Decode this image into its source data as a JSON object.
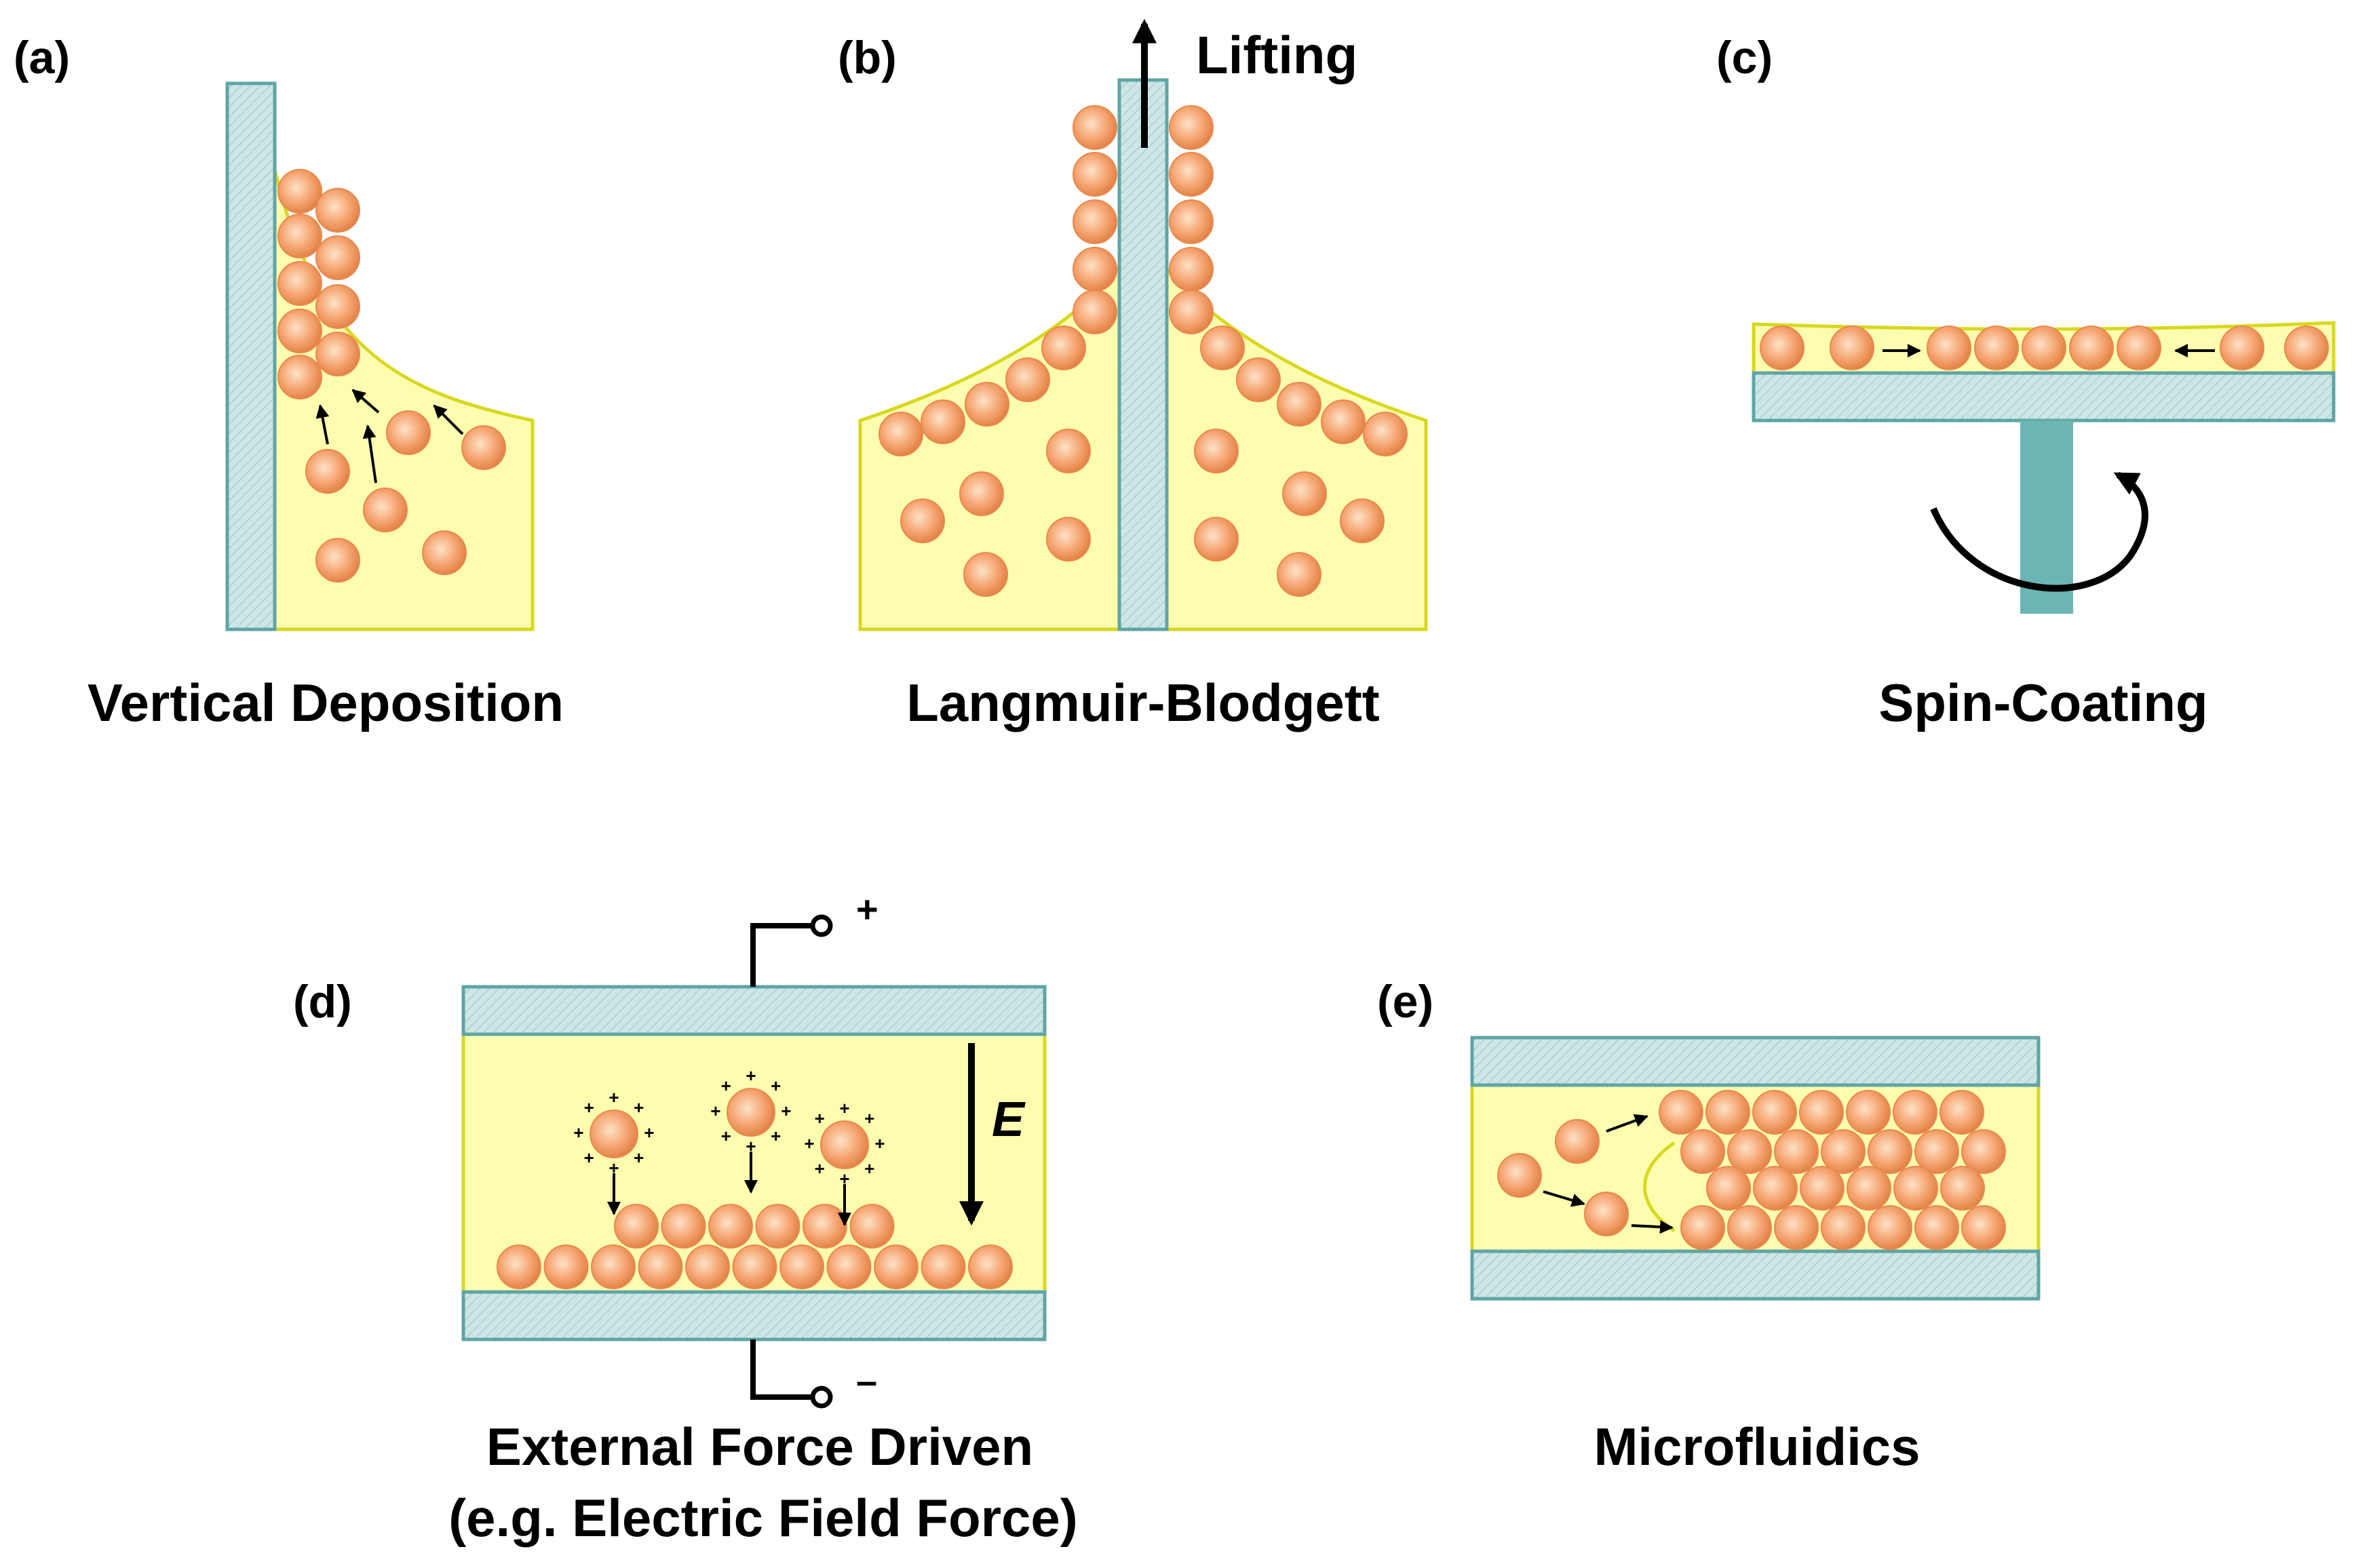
{
  "panels": {
    "a": {
      "letter": "(a)",
      "caption": "Vertical Deposition"
    },
    "b": {
      "letter": "(b)",
      "caption": "Langmuir-Blodgett",
      "arrow_label": "Lifting"
    },
    "c": {
      "letter": "(c)",
      "caption": "Spin-Coating"
    },
    "d": {
      "letter": "(d)",
      "caption_line1": "External Force Driven",
      "caption_line2": "(e.g. Electric Field Force)",
      "plus": "+",
      "minus": "–",
      "field_label": "E",
      "charge_mark": "+"
    },
    "e": {
      "letter": "(e)",
      "caption": "Microfluidics"
    }
  },
  "colors": {
    "liquid": "#fdfdb0",
    "liquid_edge": "#d8d820",
    "substrate": "#cfe6e6",
    "substrate_edge": "#5fa5a5",
    "spin_shaft": "#6cb5b5",
    "particle_center": "#fde2c8",
    "particle_mid": "#f6a774",
    "particle_edge": "#e07e42"
  }
}
